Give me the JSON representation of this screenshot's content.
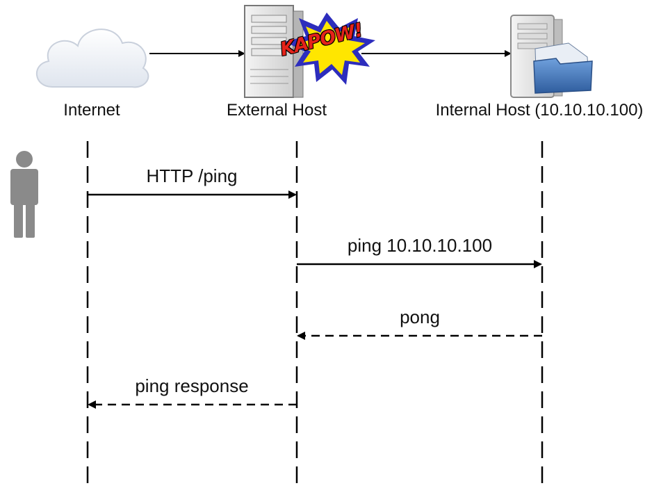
{
  "nodes": [
    {
      "id": "internet",
      "label": "Internet",
      "icon": "cloud-icon"
    },
    {
      "id": "external",
      "label": "External Host",
      "icon": "server-icon"
    },
    {
      "id": "internal",
      "label": "Internal Host (10.10.10.100)",
      "icon": "file-server-icon"
    }
  ],
  "burst": {
    "text": "KAPOW!",
    "icon": "explosion-burst-icon"
  },
  "actor": {
    "icon": "person-icon"
  },
  "messages": [
    {
      "label": "HTTP /ping",
      "from": "internet",
      "to": "external",
      "style": "solid"
    },
    {
      "label": "ping 10.10.10.100",
      "from": "external",
      "to": "internal",
      "style": "solid"
    },
    {
      "label": "pong",
      "from": "internal",
      "to": "external",
      "style": "dashed"
    },
    {
      "label": "ping response",
      "from": "external",
      "to": "internet",
      "style": "dashed"
    }
  ],
  "colors": {
    "line": "#000000",
    "person": "#8a8a8a",
    "burst_fill": "#ffe600",
    "burst_outer": "#2d2dbd",
    "burst_text": "#e4231a",
    "cloud_fill": "#eef2f8",
    "folder": "#3d6fb5"
  }
}
